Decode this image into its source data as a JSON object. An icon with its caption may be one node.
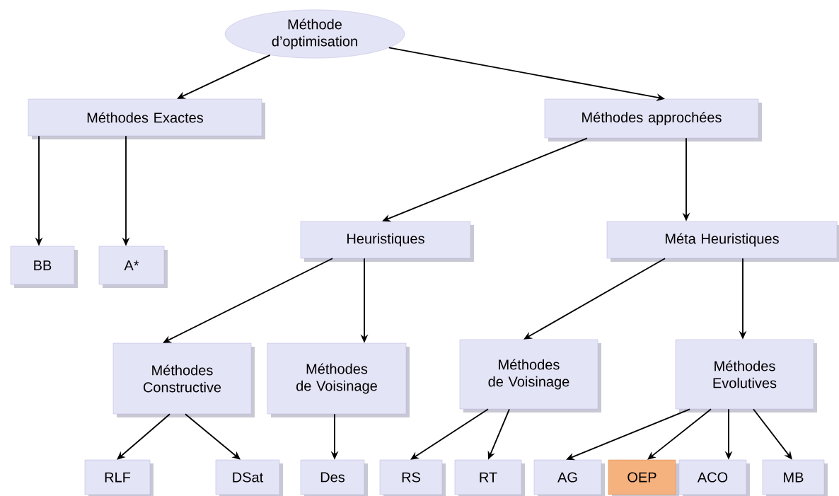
{
  "diagram": {
    "nodes": [
      {
        "text": [
          "Méthode d’optimisation"
        ]
      },
      {
        "text": [
          "Méthodes Exactes"
        ]
      },
      {
        "text": [
          "Méthodes approchées"
        ]
      },
      {
        "text": [
          "BB"
        ]
      },
      {
        "text": [
          "A*"
        ]
      },
      {
        "text": [
          "Heuristiques"
        ]
      },
      {
        "text": [
          "Méta Heuristiques"
        ]
      },
      {
        "text": [
          "Méthodes Constructive"
        ]
      },
      {
        "text": [
          "Méthodes de Voisinage"
        ]
      },
      {
        "text": [
          "Méthodes de Voisinage"
        ]
      },
      {
        "text": [
          "Méthodes Evolutives"
        ]
      },
      {
        "text": [
          "RLF"
        ]
      },
      {
        "text": [
          "DSat"
        ]
      },
      {
        "text": [
          "Des"
        ]
      },
      {
        "text": [
          "RS"
        ]
      },
      {
        "text": [
          "RT"
        ]
      },
      {
        "text": [
          "AG"
        ]
      },
      {
        "text": [
          "OEP"
        ]
      },
      {
        "text": [
          "ACO"
        ]
      },
      {
        "text": [
          "MB"
        ]
      }
    ],
    "edges": [
      {
        "from": 0,
        "to": 1,
        "arrow": "to"
      },
      {
        "from": 0,
        "to": 2,
        "arrow": "to"
      },
      {
        "from": 1,
        "to": 3,
        "arrow": "to"
      },
      {
        "from": 1,
        "to": 4,
        "arrow": "to"
      },
      {
        "from": 2,
        "to": 5,
        "arrow": "to"
      },
      {
        "from": 2,
        "to": 6,
        "arrow": "to"
      },
      {
        "from": 5,
        "to": 7,
        "arrow": "to"
      },
      {
        "from": 5,
        "to": 8,
        "arrow": "to"
      },
      {
        "from": 6,
        "to": 9,
        "arrow": "to"
      },
      {
        "from": 6,
        "to": 10,
        "arrow": "to"
      },
      {
        "from": 7,
        "to": 11,
        "arrow": "to"
      },
      {
        "from": 7,
        "to": 12,
        "arrow": "to"
      },
      {
        "from": 8,
        "to": 13,
        "arrow": "to"
      },
      {
        "from": 9,
        "to": 14,
        "arrow": "to"
      },
      {
        "from": 9,
        "to": 15,
        "arrow": "to"
      },
      {
        "from": 10,
        "to": 16,
        "arrow": "to"
      },
      {
        "from": 10,
        "to": 17,
        "arrow": "to"
      },
      {
        "from": 10,
        "to": 18,
        "arrow": "to"
      },
      {
        "from": 10,
        "to": 19,
        "arrow": "to"
      }
    ]
  }
}
